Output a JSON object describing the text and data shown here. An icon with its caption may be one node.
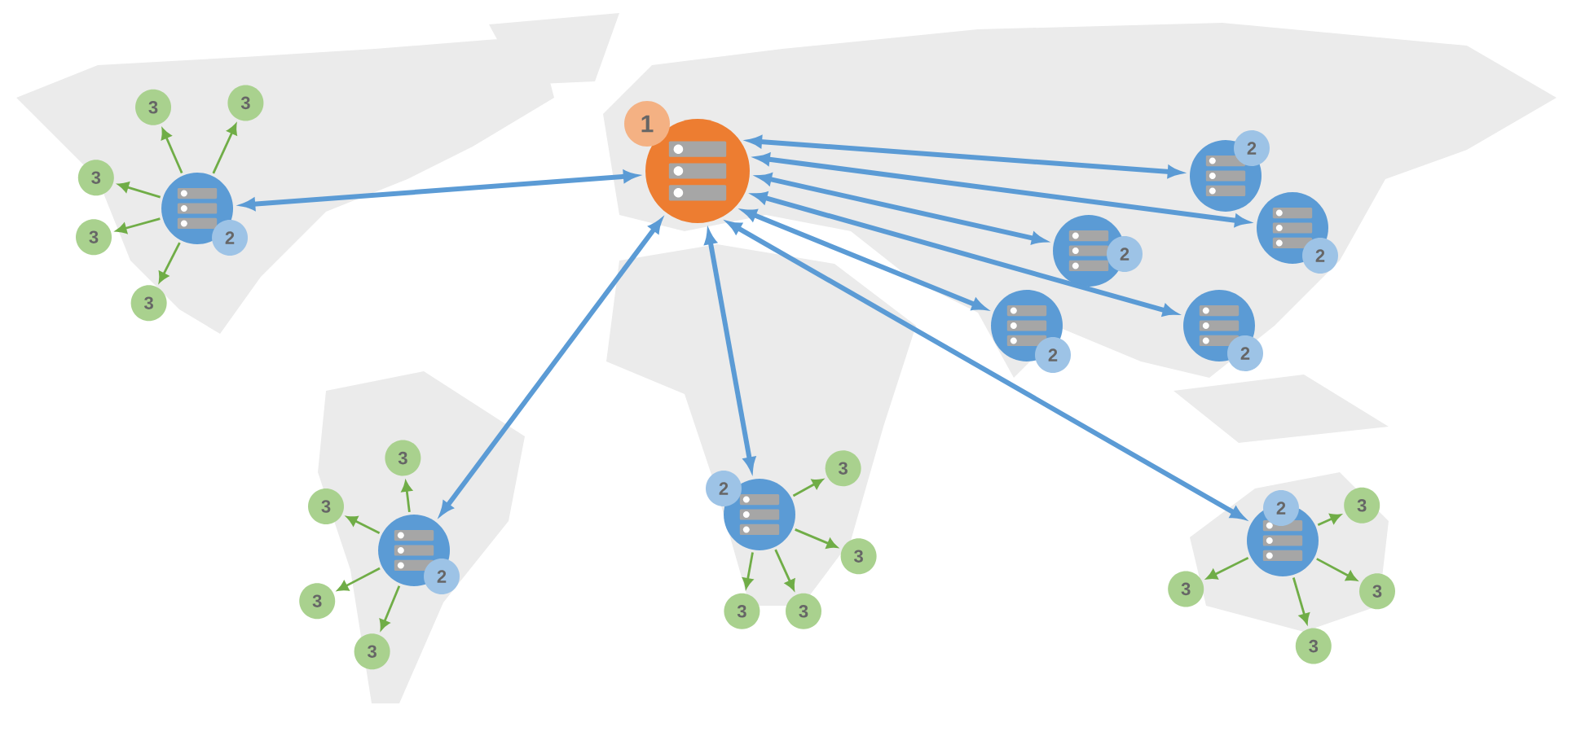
{
  "diagram": {
    "nodes": [
      {
        "text": [
          "1"
        ]
      },
      {
        "text": [
          "2"
        ]
      },
      {
        "text": [
          "2"
        ]
      },
      {
        "text": [
          "2"
        ]
      },
      {
        "text": [
          "2"
        ]
      },
      {
        "text": [
          "2"
        ]
      },
      {
        "text": [
          "2"
        ]
      },
      {
        "text": [
          "2"
        ]
      },
      {
        "text": [
          "2"
        ]
      },
      {
        "text": [
          "2"
        ]
      },
      {
        "text": [
          "3"
        ]
      },
      {
        "text": [
          "3"
        ]
      },
      {
        "text": [
          "3"
        ]
      },
      {
        "text": [
          "3"
        ]
      },
      {
        "text": [
          "3"
        ]
      },
      {
        "text": [
          "3"
        ]
      },
      {
        "text": [
          "3"
        ]
      },
      {
        "text": [
          "3"
        ]
      },
      {
        "text": [
          "3"
        ]
      },
      {
        "text": [
          "3"
        ]
      },
      {
        "text": [
          "3"
        ]
      },
      {
        "text": [
          "3"
        ]
      },
      {
        "text": [
          "3"
        ]
      },
      {
        "text": [
          "3"
        ]
      },
      {
        "text": [
          "3"
        ]
      },
      {
        "text": [
          "3"
        ]
      },
      {
        "text": [
          "3"
        ]
      }
    ],
    "edges": [
      {
        "from": 0,
        "to": 1,
        "arrow": "both",
        "style": "thick",
        "color": "#5b9bd5"
      },
      {
        "from": 0,
        "to": 2,
        "arrow": "both",
        "style": "thick",
        "color": "#5b9bd5"
      },
      {
        "from": 0,
        "to": 3,
        "arrow": "both",
        "style": "thick",
        "color": "#5b9bd5"
      },
      {
        "from": 0,
        "to": 4,
        "arrow": "both",
        "style": "thick",
        "color": "#5b9bd5"
      },
      {
        "from": 0,
        "to": 5,
        "arrow": "both",
        "style": "thick",
        "color": "#5b9bd5"
      },
      {
        "from": 0,
        "to": 6,
        "arrow": "both",
        "style": "thick",
        "color": "#5b9bd5"
      },
      {
        "from": 0,
        "to": 7,
        "arrow": "both",
        "style": "thick",
        "color": "#5b9bd5"
      },
      {
        "from": 0,
        "to": 8,
        "arrow": "both",
        "style": "thick",
        "color": "#5b9bd5"
      },
      {
        "from": 0,
        "to": 9,
        "arrow": "both",
        "style": "thick",
        "color": "#5b9bd5"
      },
      {
        "from": 1,
        "to": 10,
        "arrow": "to"
      },
      {
        "from": 1,
        "to": 11,
        "arrow": "to"
      },
      {
        "from": 1,
        "to": 12,
        "arrow": "to"
      },
      {
        "from": 1,
        "to": 13,
        "arrow": "to"
      },
      {
        "from": 1,
        "to": 14,
        "arrow": "to"
      },
      {
        "from": 2,
        "to": 15,
        "arrow": "to"
      },
      {
        "from": 2,
        "to": 16,
        "arrow": "to"
      },
      {
        "from": 2,
        "to": 17,
        "arrow": "to"
      },
      {
        "from": 2,
        "to": 18,
        "arrow": "to"
      },
      {
        "from": 3,
        "to": 19,
        "arrow": "to"
      },
      {
        "from": 3,
        "to": 20,
        "arrow": "to"
      },
      {
        "from": 3,
        "to": 21,
        "arrow": "to"
      },
      {
        "from": 3,
        "to": 22,
        "arrow": "to"
      },
      {
        "from": 9,
        "to": 23,
        "arrow": "to"
      },
      {
        "from": 9,
        "to": 24,
        "arrow": "to"
      },
      {
        "from": 9,
        "to": 25,
        "arrow": "to"
      },
      {
        "from": 9,
        "to": 26,
        "arrow": "to"
      }
    ]
  }
}
